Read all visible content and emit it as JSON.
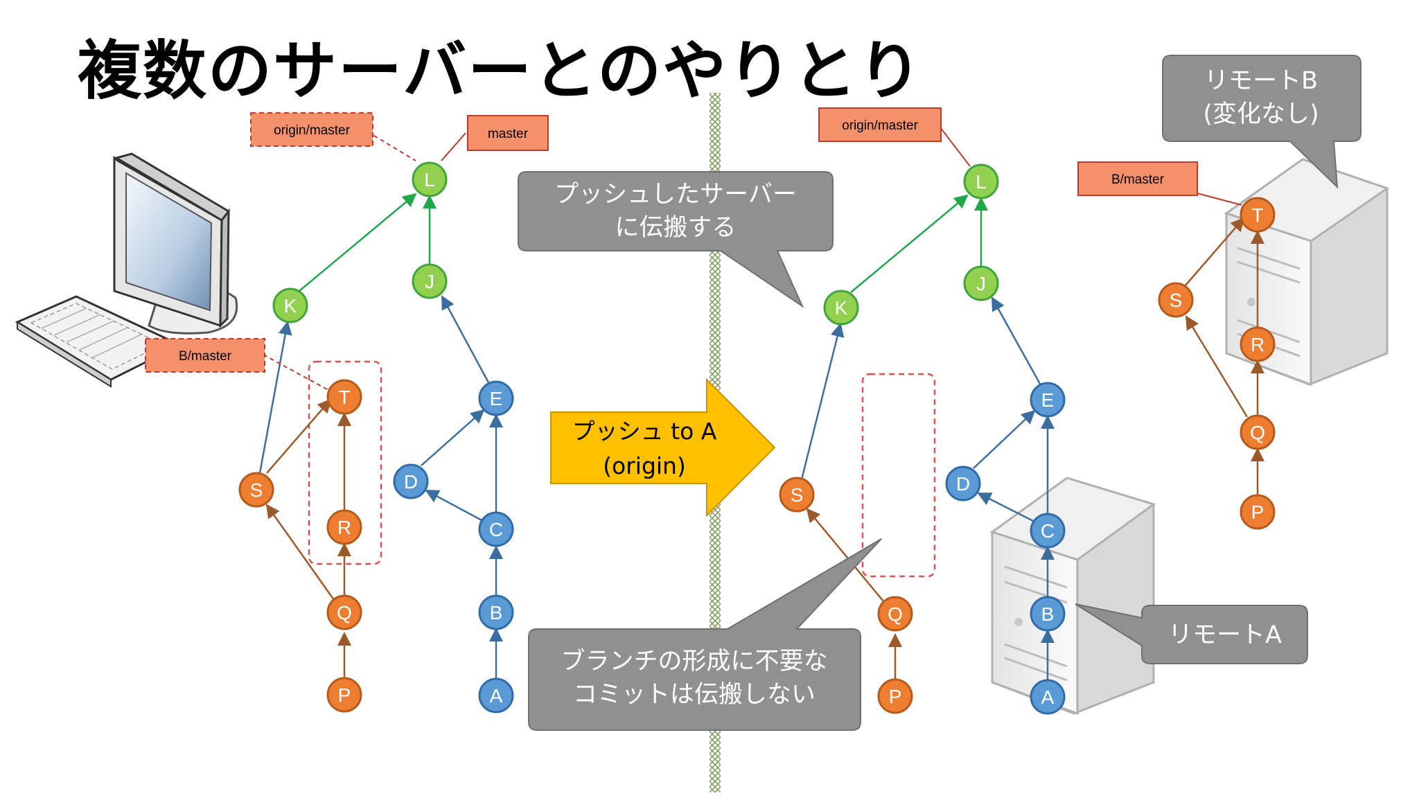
{
  "title": "複数のサーバーとのやりとり",
  "colors": {
    "green": "#92d050",
    "green_stroke": "#3ea53a",
    "blue": "#5b9bd5",
    "blue_stroke": "#2e6ba8",
    "orange": "#ed7d31",
    "orange_stroke": "#b55a1a",
    "tag_fill": "#f4906a",
    "tag_stroke": "#c0392b",
    "callout": "#909090",
    "arrow": "#ffc000"
  },
  "left_graph": {
    "nodes": {
      "P": "P",
      "Q": "Q",
      "R": "R",
      "T": "T",
      "S": "S",
      "A": "A",
      "B": "B",
      "C": "C",
      "D": "D",
      "E": "E",
      "J": "J",
      "K": "K",
      "L": "L"
    },
    "tags": {
      "origin_master": "origin/master",
      "master": "master",
      "b_master": "B/master"
    }
  },
  "right_graph": {
    "nodes": {
      "P": "P",
      "Q": "Q",
      "S": "S",
      "A": "A",
      "B": "B",
      "C": "C",
      "D": "D",
      "E": "E",
      "J": "J",
      "K": "K",
      "L": "L"
    },
    "tags": {
      "origin_master": "origin/master"
    }
  },
  "remote_b_graph": {
    "nodes": {
      "P": "P",
      "Q": "Q",
      "R": "R",
      "S": "S",
      "T": "T"
    },
    "tags": {
      "b_master": "B/master"
    }
  },
  "push_arrow": {
    "line1": "プッシュ to A",
    "line2": "(origin)"
  },
  "callouts": {
    "propagate": {
      "line1": "プッシュしたサーバー",
      "line2": "に伝搬する"
    },
    "not_propagated": {
      "line1": "ブランチの形成に不要な",
      "line2": "コミットは伝搬しない"
    },
    "remote_a": {
      "line1": "リモートA"
    },
    "remote_b": {
      "line1": "リモートB",
      "line2": "(変化なし)"
    }
  }
}
